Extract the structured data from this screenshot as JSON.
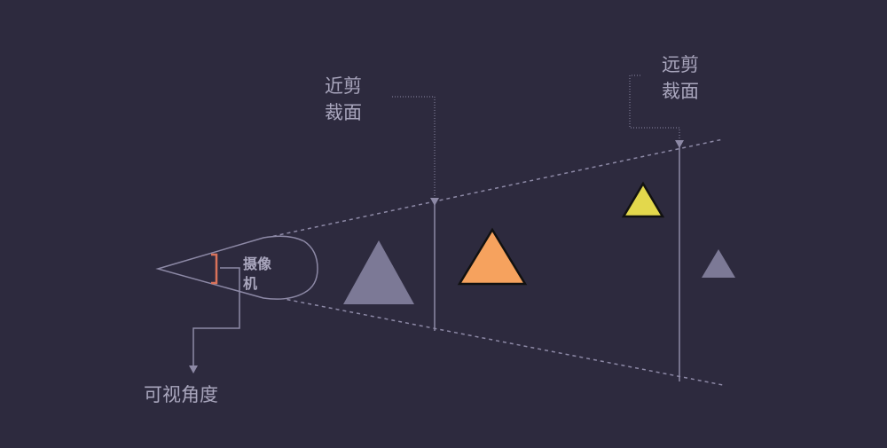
{
  "labels": {
    "near_plane": [
      "近剪",
      "裁面"
    ],
    "far_plane": [
      "远剪",
      "裁面"
    ],
    "camera": [
      "摄像",
      "机"
    ],
    "field_of_view": "可视角度"
  },
  "colors": {
    "background": "#2d2a3e",
    "line": "#8d89a6",
    "text": "#a9a6bd",
    "camera_fill": "#2d2a3e",
    "fov_bracket": "#d9725a",
    "triangle_gray": "#7c7996",
    "triangle_orange": "#f6a25e",
    "triangle_yellow": "#e3d84c",
    "triangle_outline": "#111111"
  },
  "objects": [
    {
      "name": "triangle-gray-large",
      "color": "triangle_gray",
      "outlined": false
    },
    {
      "name": "triangle-orange",
      "color": "triangle_orange",
      "outlined": true
    },
    {
      "name": "triangle-yellow",
      "color": "triangle_yellow",
      "outlined": true
    },
    {
      "name": "triangle-gray-small",
      "color": "triangle_gray",
      "outlined": false
    }
  ]
}
